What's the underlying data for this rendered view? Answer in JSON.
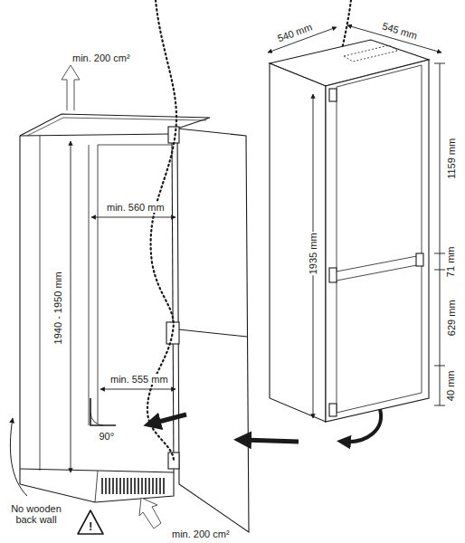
{
  "diagram": {
    "labels": [
      "min. 200 cm²",
      "min. 560 mm",
      "min. 555 mm",
      "1940 - 1950 mm",
      "90°",
      "No wooden back wall",
      "!",
      "min. 200 cm²",
      "540 mm",
      "545 mm",
      "1935 mm",
      "1159 mm",
      "71 mm",
      "629 mm",
      "40 mm"
    ]
  }
}
